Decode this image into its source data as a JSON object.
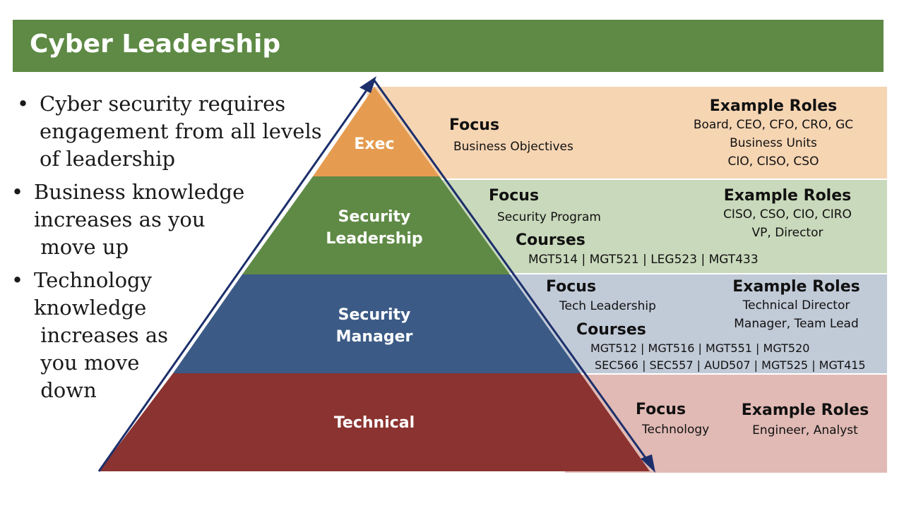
{
  "slide": {
    "title": "Cyber Leadership"
  },
  "bullets": [
    {
      "lines": [
        "Cyber security requires",
        "engagement from all levels",
        "of leadership"
      ]
    },
    {
      "lines": [
        "Business knowledge",
        "increases as you",
        " move up"
      ]
    },
    {
      "lines": [
        "Technology",
        "knowledge",
        " increases as",
        " you move",
        " down"
      ]
    }
  ],
  "pyramid": {
    "exec": "Exec",
    "lead_line1": "Security",
    "lead_line2": "Leadership",
    "mgr_line1": "Security",
    "mgr_line2": "Manager",
    "tech": "Technical"
  },
  "tiers": {
    "exec": {
      "focus_heading": "Focus",
      "focus": "Business Objectives",
      "roles_heading": "Example Roles",
      "roles": [
        "Board, CEO, CFO, CRO, GC",
        "Business Units",
        "CIO, CISO, CSO"
      ]
    },
    "leadership": {
      "focus_heading": "Focus",
      "focus": "Security Program",
      "roles_heading": "Example Roles",
      "roles": [
        "CISO, CSO, CIO, CIRO",
        "VP, Director"
      ],
      "courses_heading": "Courses",
      "courses": [
        "MGT514 | MGT521 | LEG523 | MGT433"
      ]
    },
    "manager": {
      "focus_heading": "Focus",
      "focus": "Tech Leadership",
      "roles_heading": "Example Roles",
      "roles": [
        "Technical Director",
        "Manager, Team Lead"
      ],
      "courses_heading": "Courses",
      "courses": [
        "MGT512 | MGT516 | MGT551 | MGT520",
        "SEC566 | SEC557 | AUD507 | MGT525 | MGT415"
      ]
    },
    "technical": {
      "focus_heading": "Focus",
      "focus": "Technology",
      "roles_heading": "Example Roles",
      "roles": [
        "Engineer, Analyst"
      ]
    }
  },
  "colors": {
    "title_bar": "#5e8a45",
    "exec": "#e59c50",
    "leadership": "#5f8a45",
    "manager": "#3b5a86",
    "technical": "#8b3330",
    "arrow": "#1c2f6b"
  }
}
